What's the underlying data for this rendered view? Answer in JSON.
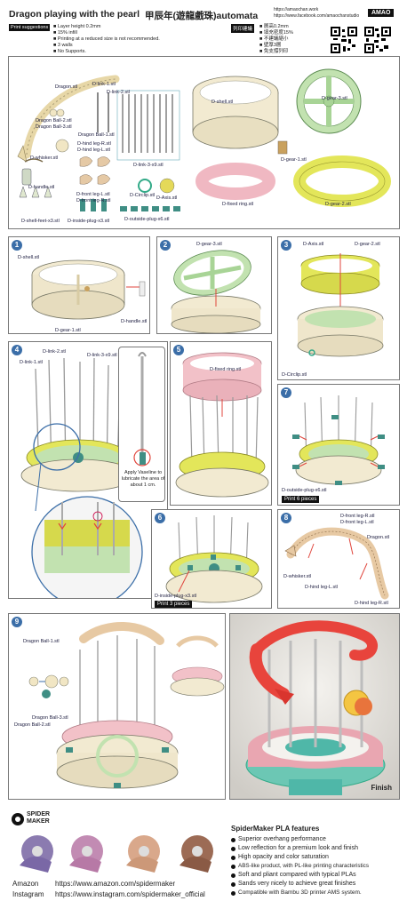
{
  "header": {
    "title_en": "Dragon playing with the pearl",
    "title_zh": "甲辰年(遊龍戲珠)automata",
    "url1": "https://amaochan.work",
    "url2": "https://www.facebook.com/amaochanstudio",
    "brand": "AMAO"
  },
  "print_suggestions": {
    "label": "Print suggestions",
    "items": [
      "Layer height 0.2mm",
      "15% infill",
      "Printing at a reduced size is not recommended.",
      "3 walls",
      "No Supports."
    ]
  },
  "print_suggestions_zh": {
    "label": "列印建議",
    "items": [
      "層高0.2mm",
      "填充密度15%",
      "不建議縮小",
      "壁厚3層",
      "免支撐列印"
    ]
  },
  "parts": {
    "dragon": "Dragon.stl",
    "d_link1": "D-link-1.stl",
    "d_link2": "D-link-2.stl",
    "dragon_ball23": [
      "Dragon Ball-2.stl",
      "Dragon Ball-3.stl"
    ],
    "dragon_ball1": "Dragon Ball-1.stl",
    "d_whisker": "D-whisker.stl",
    "d_handle": "D-handle.stl",
    "d_shell_feet": "D-shell-feet-x3.stl",
    "d_hind_leg": [
      "D-hind leg-R.stl",
      "D-hind leg-L.stl"
    ],
    "d_front_leg": [
      "D-front leg-L.stl",
      "D-front leg-R.stl"
    ],
    "d_link3": "D-link-3-x9.stl",
    "d_inside_plug": "D-inside-plug-x3.stl",
    "d_circlip": "D-Circlip.stl",
    "d_axis": "D-Axis.stl",
    "d_outside_plug": "D-outside-plug-x6.stl",
    "d_shell": "D-shell.stl",
    "d_gear3": "D-gear-3.stl",
    "d_gear1": "D-gear-1.stl",
    "d_fixed_ring": "D-fixed ring.stl",
    "d_gear2": "D-gear-2.stl"
  },
  "steps": [
    {
      "n": "1",
      "labels": [
        "D-shell.stl",
        "D-gear-1.stl",
        "D-handle.stl"
      ]
    },
    {
      "n": "2",
      "labels": [
        "D-gear-3.stl"
      ]
    },
    {
      "n": "3",
      "labels": [
        "D-Axis.stl",
        "D-gear-2.stl",
        "D-Circlip.stl"
      ]
    },
    {
      "n": "4",
      "labels": [
        "D-link-2.stl",
        "D-link-1.stl",
        "D-link-3-x9.stl"
      ],
      "note": "Apply Vaseline to lubricate the area of about 1 cm."
    },
    {
      "n": "5",
      "labels": [
        "D-fixed ring.stl"
      ]
    },
    {
      "n": "6",
      "labels": [
        "D-inside-plug-x3.stl"
      ],
      "badge": "Print 3 pieces"
    },
    {
      "n": "7",
      "labels": [
        "D-outside-plug-x6.stl"
      ],
      "badge": "Print 6 pieces"
    },
    {
      "n": "8",
      "labels": [
        "D-front leg-R.stl",
        "D-front leg-L.stl",
        "Dragon.stl",
        "D-whisker.stl",
        "D-hind leg-L.stl",
        "D-hind leg-R.stl"
      ]
    },
    {
      "n": "9",
      "labels": [
        "Dragon Ball-1.stl",
        "Dragon Ball-3.stl",
        "Dragon Ball-2.stl"
      ]
    }
  ],
  "finish_label": "Finish",
  "footer": {
    "brand_line1": "SPIDER",
    "brand_line2": "MAKER",
    "features_title": "SpiderMaker PLA features",
    "features": [
      "Superior overhang performance",
      "Low reflection for a premium look and finish",
      "High opacity and color saturation",
      "ABS-like product, with PL-like printing characteristics",
      "Soft and pliant compared with typical PLAs",
      "Sands very nicely to achieve great finishes",
      "Compatible with Bambu 3D printer AMS system."
    ],
    "amazon_label": "Amazon",
    "amazon_url": "https://www.amazon.com/spidermaker",
    "instagram_label": "Instagram",
    "instagram_url": "https://www.instagram.com/spidermaker_official"
  },
  "colors": {
    "accent_blue": "#3b6ea8",
    "cream": "#f3ecd4",
    "green": "#b9dca6",
    "yellow": "#e3e65a",
    "pink": "#f2c1c8",
    "teal": "#2e8f86",
    "red": "#e0453c"
  }
}
